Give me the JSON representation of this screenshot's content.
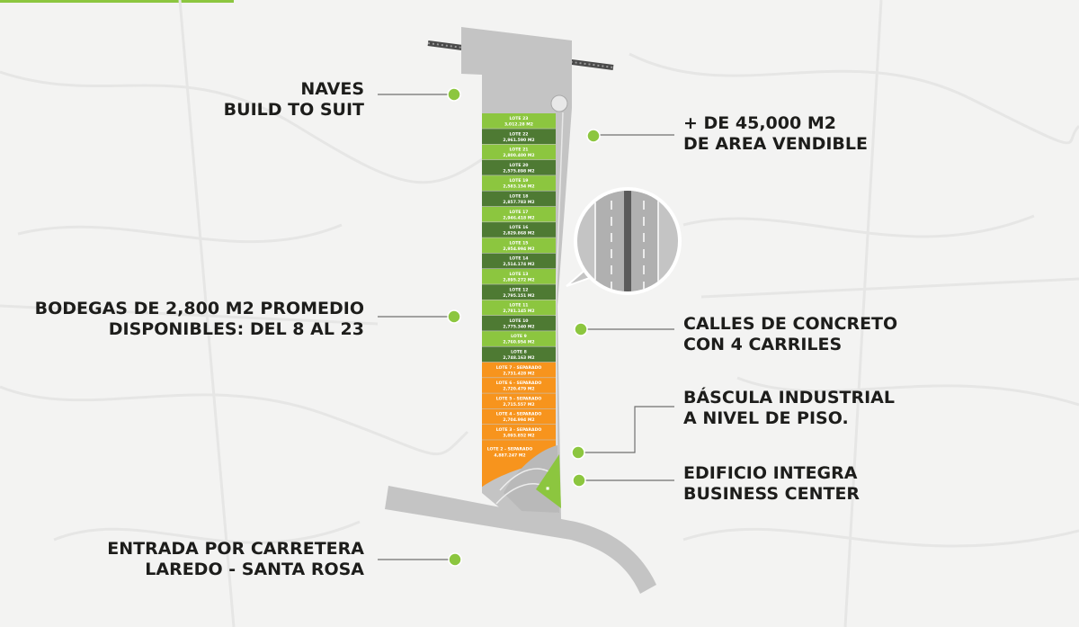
{
  "colors": {
    "lot_light": "#8cc63f",
    "lot_dark": "#4e7a33",
    "lot_orange": "#f7941d",
    "road": "#c4c4c4",
    "marker": "#8cc63f",
    "text": "#1d1d1b"
  },
  "callouts": {
    "naves": {
      "line1": "NAVES",
      "line2": "BUILD TO SUIT"
    },
    "area": {
      "line1": "+ DE 45,000 M2",
      "line2": "DE AREA VENDIBLE"
    },
    "bodegas": {
      "line1": "BODEGAS DE 2,800 M2 PROMEDIO",
      "line2": "DISPONIBLES: DEL 8 AL 23"
    },
    "calles": {
      "line1": "CALLES DE CONCRETO",
      "line2": "CON 4 CARRILES"
    },
    "bascula": {
      "line1": "BÁSCULA INDUSTRIAL",
      "line2": "A NIVEL DE PISO."
    },
    "edificio": {
      "line1": "EDIFICIO INTEGRA",
      "line2": "BUSINESS CENTER"
    },
    "entrada": {
      "line1": "ENTRADA POR CARRETERA",
      "line2": "LAREDO - SANTA ROSA"
    }
  },
  "lots": [
    {
      "name": "LOTE 23",
      "area": "3,012.28 M2",
      "status": "light"
    },
    {
      "name": "LOTE 22",
      "area": "2,961.590 M2",
      "status": "dark"
    },
    {
      "name": "LOTE 21",
      "area": "2,800.400 M2",
      "status": "light"
    },
    {
      "name": "LOTE 20",
      "area": "2,575.898 M2",
      "status": "dark"
    },
    {
      "name": "LOTE 19",
      "area": "2,583.154 M2",
      "status": "light"
    },
    {
      "name": "LOTE 18",
      "area": "2,857.783 M2",
      "status": "dark"
    },
    {
      "name": "LOTE 17",
      "area": "2,946.418 M2",
      "status": "light"
    },
    {
      "name": "LOTE 16",
      "area": "2,829.868 M2",
      "status": "dark"
    },
    {
      "name": "LOTE 15",
      "area": "2,954.994 M2",
      "status": "light"
    },
    {
      "name": "LOTE 14",
      "area": "2,514.174 M2",
      "status": "dark"
    },
    {
      "name": "LOTE 13",
      "area": "2,895.272 M2",
      "status": "light"
    },
    {
      "name": "LOTE 12",
      "area": "2,795.151 M2",
      "status": "dark"
    },
    {
      "name": "LOTE 11",
      "area": "2,781.145 M2",
      "status": "light"
    },
    {
      "name": "LOTE 10",
      "area": "2,775.340 M2",
      "status": "dark"
    },
    {
      "name": "LOTE 9",
      "area": "2,760.954 M2",
      "status": "light"
    },
    {
      "name": "LOTE 8",
      "area": "2,748.163 M2",
      "status": "dark"
    },
    {
      "name": "LOTE 7 - SEPARADO",
      "area": "2,731.428 M2",
      "status": "orange"
    },
    {
      "name": "LOTE 6 - SEPARADO",
      "area": "2,720.479 M2",
      "status": "orange"
    },
    {
      "name": "LOTE 5 - SEPARADO",
      "area": "2,715.557 M2",
      "status": "orange"
    },
    {
      "name": "LOTE 4 - SEPARADO",
      "area": "2,704.994 M2",
      "status": "orange"
    },
    {
      "name": "LOTE 3 - SEPARADO",
      "area": "3,093.852 M2",
      "status": "orange"
    },
    {
      "name": "LOTE 2 - SEPARADO",
      "area": "4,887.247 M2",
      "status": "orange"
    }
  ]
}
